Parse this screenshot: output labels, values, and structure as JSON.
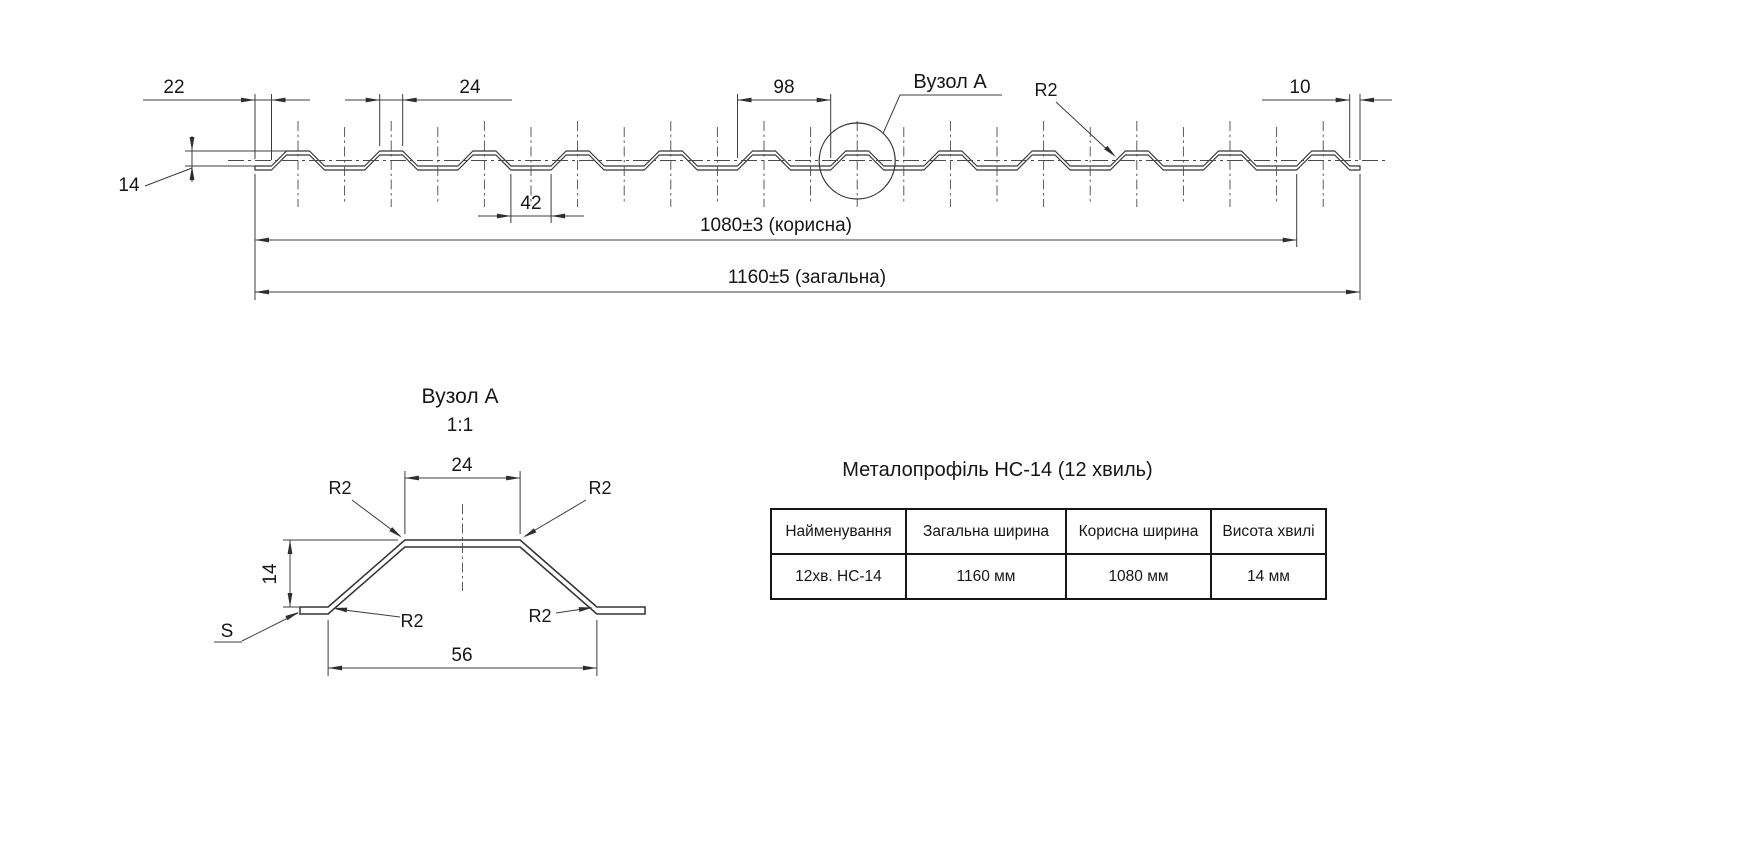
{
  "top_view": {
    "dims": {
      "left_edge": "22",
      "crest_width": "24",
      "pitch": "98",
      "valley": "42",
      "height": "14",
      "right_edge": "10"
    },
    "node_callout": "Вузол А",
    "radius_callout": "R2",
    "useful_width": "1080±3 (корисна)",
    "total_width": "1160±5 (загальна)"
  },
  "detail_view": {
    "title": "Вузол А",
    "scale": "1:1",
    "crest_width": "24",
    "wave_height": "14",
    "base_width": "56",
    "radius": "R2",
    "thickness": "S"
  },
  "spec_table": {
    "title": "Металопрофіль НС-14 (12 хвиль)",
    "headers": [
      "Найменування",
      "Загальна ширина",
      "Корисна ширина",
      "Висота хвилі"
    ],
    "rows": [
      [
        "12хв. НС-14",
        "1160 мм",
        "1080 мм",
        "14 мм"
      ]
    ]
  }
}
